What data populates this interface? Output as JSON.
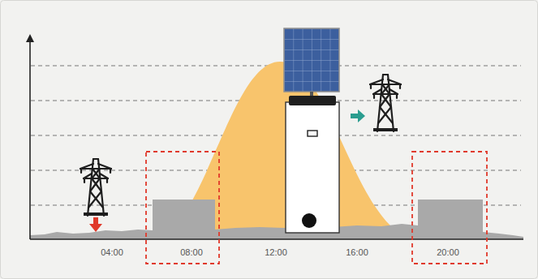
{
  "diagram": {
    "labels": [
      "04:00",
      "08:00",
      "12:00",
      "16:00",
      "20:00"
    ]
  }
}
